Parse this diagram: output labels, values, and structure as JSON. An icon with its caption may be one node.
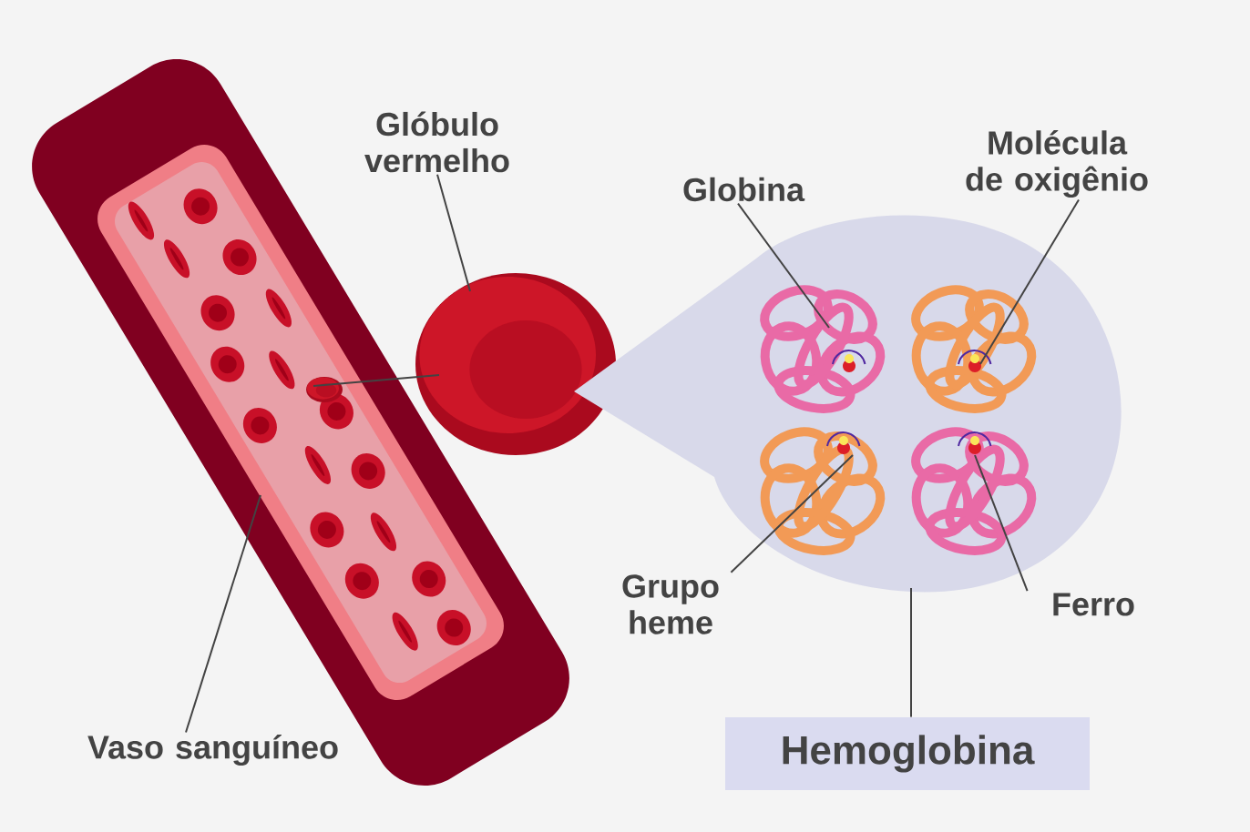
{
  "diagram": {
    "nodes": [
      {
        "text": [
          "Glóbulo vermelho"
        ]
      },
      {
        "text": [
          "Globina"
        ]
      },
      {
        "text": [
          "Molécula de oxigênio"
        ]
      },
      {
        "text": [
          "Grupo heme"
        ]
      },
      {
        "text": [
          "Ferro"
        ]
      },
      {
        "text": [
          "Vaso sanguíneo"
        ]
      },
      {
        "text": [
          "Hemoglobina"
        ]
      },
      {
        "text": [],
        "shape": "picture"
      },
      {
        "text": [],
        "shape": "picture",
        "in": 7
      },
      {
        "text": [],
        "shape": "picture"
      },
      {
        "text": [],
        "shape": "picture"
      }
    ],
    "edges": [
      {
        "from": 0,
        "to": 9,
        "arrow": "none"
      },
      {
        "from": 5,
        "to": 7,
        "arrow": "none"
      },
      {
        "from": 9,
        "to": 8,
        "arrow": "none"
      },
      {
        "from": 1,
        "to": 10,
        "arrow": "none"
      },
      {
        "from": 2,
        "to": 10,
        "arrow": "none"
      },
      {
        "from": 3,
        "to": 10,
        "arrow": "none"
      },
      {
        "from": 4,
        "to": 10,
        "arrow": "none"
      },
      {
        "from": 6,
        "to": 10,
        "arrow": "none"
      }
    ]
  }
}
